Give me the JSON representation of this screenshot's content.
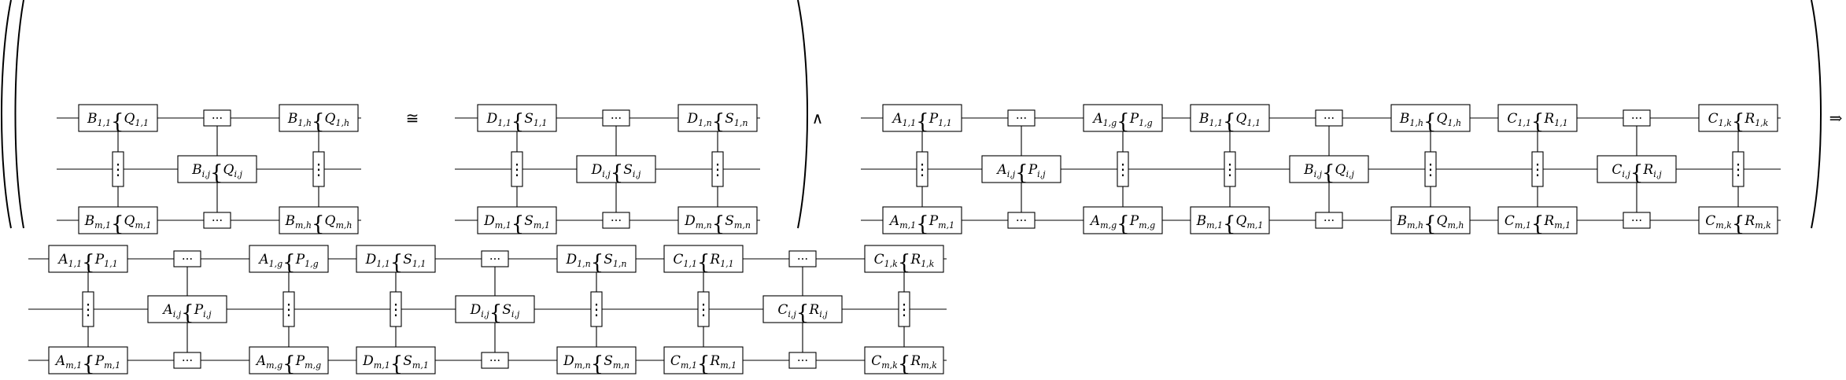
{
  "symbols": {
    "iso": "≅",
    "and": "∧",
    "implies": "⇒",
    "hdots": "···",
    "vdots": "⋮"
  },
  "diagram_1": {
    "rows": [
      [
        {
          "m": "B",
          "ms": "1,1",
          "e": "Q",
          "es": "1,1"
        },
        {
          "dots": true
        },
        {
          "m": "B",
          "ms": "1,h",
          "e": "Q",
          "es": "1,h"
        }
      ],
      [
        {
          "vd": true
        },
        {
          "m": "B",
          "ms": "i,j",
          "e": "Q",
          "es": "i,j"
        },
        {
          "vd": true
        }
      ],
      [
        {
          "m": "B",
          "ms": "m,1",
          "e": "Q",
          "es": "m,1"
        },
        {
          "dots": true
        },
        {
          "m": "B",
          "ms": "m,h",
          "e": "Q",
          "es": "m,h"
        }
      ]
    ]
  },
  "diagram_2": {
    "rows": [
      [
        {
          "m": "D",
          "ms": "1,1",
          "e": "S",
          "es": "1,1"
        },
        {
          "dots": true
        },
        {
          "m": "D",
          "ms": "1,n",
          "e": "S",
          "es": "1,n"
        }
      ],
      [
        {
          "vd": true
        },
        {
          "m": "D",
          "ms": "i,j",
          "e": "S",
          "es": "i,j"
        },
        {
          "vd": true
        }
      ],
      [
        {
          "m": "D",
          "ms": "m,1",
          "e": "S",
          "es": "m,1"
        },
        {
          "dots": true
        },
        {
          "m": "D",
          "ms": "m,n",
          "e": "S",
          "es": "m,n"
        }
      ]
    ]
  },
  "diagram_3": {
    "rows": [
      [
        {
          "m": "A",
          "ms": "1,1",
          "e": "P",
          "es": "1,1"
        },
        {
          "dots": true
        },
        {
          "m": "A",
          "ms": "1,g",
          "e": "P",
          "es": "1,g"
        },
        {
          "m": "B",
          "ms": "1,1",
          "e": "Q",
          "es": "1,1"
        },
        {
          "dots": true
        },
        {
          "m": "B",
          "ms": "1,h",
          "e": "Q",
          "es": "1,h"
        },
        {
          "m": "C",
          "ms": "1,1",
          "e": "R",
          "es": "1,1"
        },
        {
          "dots": true
        },
        {
          "m": "C",
          "ms": "1,k",
          "e": "R",
          "es": "1,k"
        }
      ],
      [
        {
          "vd": true
        },
        {
          "m": "A",
          "ms": "i,j",
          "e": "P",
          "es": "i,j"
        },
        {
          "vd": true
        },
        {
          "vd": true
        },
        {
          "m": "B",
          "ms": "i,j",
          "e": "Q",
          "es": "i,j"
        },
        {
          "vd": true
        },
        {
          "vd": true
        },
        {
          "m": "C",
          "ms": "i,j",
          "e": "R",
          "es": "i,j"
        },
        {
          "vd": true
        }
      ],
      [
        {
          "m": "A",
          "ms": "m,1",
          "e": "P",
          "es": "m,1"
        },
        {
          "dots": true
        },
        {
          "m": "A",
          "ms": "m,g",
          "e": "P",
          "es": "m,g"
        },
        {
          "m": "B",
          "ms": "m,1",
          "e": "Q",
          "es": "m,1"
        },
        {
          "dots": true
        },
        {
          "m": "B",
          "ms": "m,h",
          "e": "Q",
          "es": "m,h"
        },
        {
          "m": "C",
          "ms": "m,1",
          "e": "R",
          "es": "m,1"
        },
        {
          "dots": true
        },
        {
          "m": "C",
          "ms": "m,k",
          "e": "R",
          "es": "m,k"
        }
      ]
    ]
  },
  "diagram_4": {
    "rows": [
      [
        {
          "m": "A",
          "ms": "1,1",
          "e": "P",
          "es": "1,1"
        },
        {
          "dots": true
        },
        {
          "m": "A",
          "ms": "1,g",
          "e": "P",
          "es": "1,g"
        },
        {
          "m": "D",
          "ms": "1,1",
          "e": "S",
          "es": "1,1"
        },
        {
          "dots": true
        },
        {
          "m": "D",
          "ms": "1,n",
          "e": "S",
          "es": "1,n"
        },
        {
          "m": "C",
          "ms": "1,1",
          "e": "R",
          "es": "1,1"
        },
        {
          "dots": true
        },
        {
          "m": "C",
          "ms": "1,k",
          "e": "R",
          "es": "1,k"
        }
      ],
      [
        {
          "vd": true
        },
        {
          "m": "A",
          "ms": "i,j",
          "e": "P",
          "es": "i,j"
        },
        {
          "vd": true
        },
        {
          "vd": true
        },
        {
          "m": "D",
          "ms": "i,j",
          "e": "S",
          "es": "i,j"
        },
        {
          "vd": true
        },
        {
          "vd": true
        },
        {
          "m": "C",
          "ms": "i,j",
          "e": "R",
          "es": "i,j"
        },
        {
          "vd": true
        }
      ],
      [
        {
          "m": "A",
          "ms": "m,1",
          "e": "P",
          "es": "m,1"
        },
        {
          "dots": true
        },
        {
          "m": "A",
          "ms": "m,g",
          "e": "P",
          "es": "m,g"
        },
        {
          "m": "D",
          "ms": "m,1",
          "e": "S",
          "es": "m,1"
        },
        {
          "dots": true
        },
        {
          "m": "D",
          "ms": "m,n",
          "e": "S",
          "es": "m,n"
        },
        {
          "m": "C",
          "ms": "m,1",
          "e": "R",
          "es": "m,1"
        },
        {
          "dots": true
        },
        {
          "m": "C",
          "ms": "m,k",
          "e": "R",
          "es": "m,k"
        }
      ]
    ]
  }
}
